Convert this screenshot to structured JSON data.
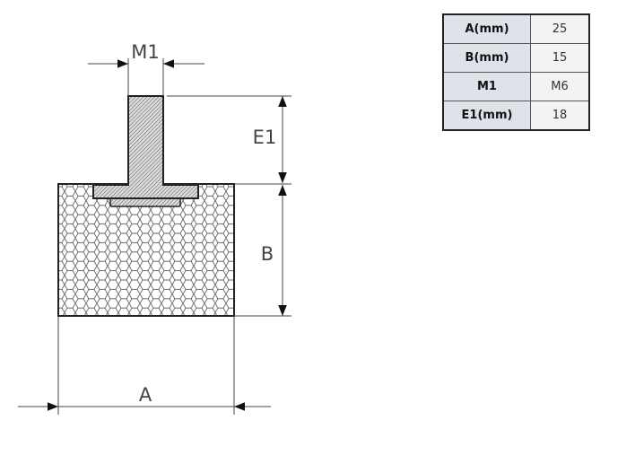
{
  "labels": {
    "m1": "M1",
    "e1": "E1",
    "b": "B",
    "a": "A"
  },
  "spec_table": [
    {
      "param": "A(mm)",
      "value": "25"
    },
    {
      "param": "B(mm)",
      "value": "15"
    },
    {
      "param": "M1",
      "value": "M6"
    },
    {
      "param": "E1(mm)",
      "value": "18"
    }
  ]
}
